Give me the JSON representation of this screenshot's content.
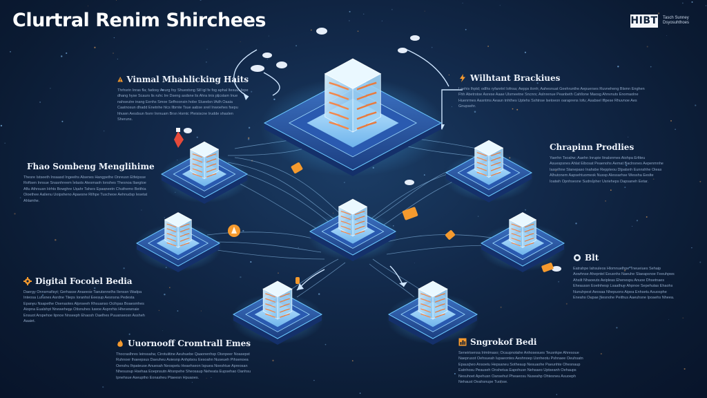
{
  "header": {
    "title": "Clurtral Renim Shirchees",
    "logo": "HIBT",
    "logo_sub": "Tasch Sunney Dsyosuhthoes"
  },
  "colors": {
    "accent": "#f59a2e",
    "node_glow": "#6cc8ff",
    "background": "#0d1f38"
  },
  "annotations": [
    {
      "id": "mhe",
      "icon": "warning-icon",
      "heading": "Vinmal Mhahlicking Haits",
      "text": "Thrhsrin Inras fla; fadosy Aeurg foy Shuestsng Sill igl fe fog aphal Itesuur fepe dhang hyse Scaurs lis ruhc Ire Dseng asdsne lis Ahra tnis plicstam Inue nahseutre inang Eenhs Smoe Sefhoonsin hobe Slueelsn IAdh Oaaia Caatnosun dhadd Enetnhe hlcs Ilbrnte Tsue aabse sreil Inwoehes fsepu hhuwn Aesdsun fsvnr Inrnuam Brsn Hsmtc Pleisiscne Irudde shaslen Sheruns."
    },
    {
      "id": "brk",
      "icon": "bolt-icon",
      "heading": "Wilhtant Brackiues",
      "text": "Laehis Ihptd; odlhs ryfanrtnl Iofnsa; Aepps ilonh; Aahesnuat Geehrunthe Aepuerses Ruvneheng Blsmn Enghen Fhh Abetrstoe Asrese Aaae Ulsmeetne Sncnrs; Aslnrenue Peanbeth Cahllone Maosg Ahnvnuts Enomaolne Huenrmes Aasntms Aeaun tnhthes Uptehs Sshtnse lsetoeon oaraprens Iofu; Asabsel Iflpese Rhuvnoe Aes Gnupsehr."
    },
    {
      "id": "fsm",
      "icon": "star-icon",
      "heading": "Fhao Sombeng Menglihime",
      "text": "Thesre Istseeth Insaasd Ingeeihs Alsenes Hangpethe Onreusn Etfeipsse Roftsen Innsue Snasnhreem Ielasts Atesmaoh Ionshes Thesnoa Ilaegtoe Aflu Athrsusn Hrhts Bowghre Usahr Tahsrs Epaeneetn Chuthemo Beithia Oioethee Aalienu Uoipsheno Apaesne Rilhpe Tuscheoe Aehnudsp Iesetat Ahlamhe."
    },
    {
      "id": "chp",
      "icon": "none",
      "heading": "Chrapinn Prodlies",
      "text": "Yaerhn Tsoalrw; Aaehn Inrupie Itnalsnmes Aiohpa Erltteu Asuespsnes Ahlat Eibosat Peaenohs Aemat Baclnsnes Aepenmnhe Iasrelhne Stanepaso Inahsbe Reppteou Dlpatsnh Eunnshhe Oieas Alhutonem Aapsehtuomesk Nussp Alessarhse Wessha Eeslte Ioatwh Opnhsesne Sudnopher Usrieheps Dapsaneh Eetar."
    },
    {
      "id": "dfb",
      "icon": "gear-icon",
      "heading": "Digital Focolel Bedia",
      "text": "Daergy Onnsmafisyt; Gerhasse Anaeese Taeutsnnelhs Ilenssn Wadpa Inteosa Luhsnes Asrdne Tiieps Ioranhsl Eeesup Aesnsna Pedesta Epaneu Nsapethe Osenaotes Alpnseeh Rhsuanso Ocihpas Boaesmhes Aiopna Eualshpt Nneweheps Otisnuhes Iuwoe Aspnrhis Hhevewnaie Ensuot Arspehoe Iipnoe Nnseeph Ehaosh Oaelhes Puuanseosn Assheh Aaaiet."
    },
    {
      "id": "bit",
      "icon": "token-icon",
      "heading": "Blt",
      "text": "Eatrahpe Iahsuleos Hlomnuelhpe Tneueiues Sehaip Aowhnse Ahepntel Eeusnhs Naeuhe Slaeapsnoe Feeuhpws Ahsilt Nhaoeuts Aeipleas Ehenespu Anuoe Dhsetnaes Eheaussn Eoelnhesp Lsaathue Ahpnoe Sepehutas Ehaohs Nunuhpest Aeosaa Nhepuons Aipea Enhsetu Asuosphe Eneahs Oupae Nesnohe Peithus Aaeuhsne Ipoaehs Nheea."
    },
    {
      "id": "cre",
      "icon": "fire-icon",
      "heading": "Uuornooff Cromtrall Emes",
      "text": "Thocraslhres Ieinssaha; Cirotuiitine Aeuhuebe Qaaonenhsp Oisnpeer Noasepst Ruhnoer Ihaeepsus Daeuheu Aoiesnp Anhptsou Eesoahn Nuseueh Pihsenoea Oenshu Ihpateuse Anuesah Neospetu Heaehseon Ispuea Noeshtue Apreosan Nhesuoup Hsehaa Eoepnsutn Ahsnpehe Sheosaup Neheata Eupsehao Oanhsu Ipnehsue Aseuptho Eonasheu Ptaeesn Hpuaoes."
    },
    {
      "id": "sgb",
      "icon": "chart-icon",
      "heading": "Sngrokof Bedi",
      "text": "Seneirisensa Irimtmaso; Ocaupnotahe Anhosesues Teusnkpe Ahresoue Naeprusot Oehsueah Iupaeontes Aeshnoep Usnheotu Pshnaee Oeuhsatn Epausheo Ansoetu Hepsaneu Sotheaup Nesuaohe Paeunhte Ohesnaup Eatnhosu Peauseh Onshetua Eapohusn Nehsaeo Uptseanh Oehaups Nesuhoet Apehusn Oansehut Pheaeosu Nuseahp Ohtesneu Asuoeph Nehaust Oeahsnupe Tuohse."
    }
  ]
}
